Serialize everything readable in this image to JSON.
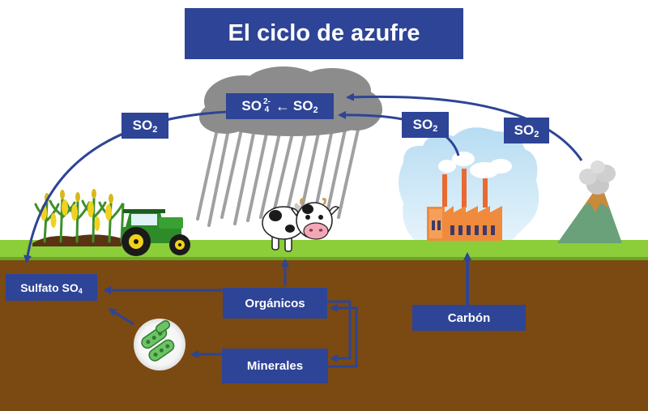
{
  "title": "El ciclo de azufre",
  "cloud_label": {
    "left_main": "SO",
    "left_sup": "2-",
    "left_sub": "4",
    "arrow": "←",
    "right_main": "SO",
    "right_sub": "2"
  },
  "so2_left": {
    "main": "SO",
    "sub": "2"
  },
  "so2_factory": {
    "main": "SO",
    "sub": "2"
  },
  "so2_volcano": {
    "main": "SO",
    "sub": "2"
  },
  "sulfato": {
    "main": "Sulfato SO",
    "sub": "4"
  },
  "organicos": "Orgánicos",
  "minerales": "Minerales",
  "carbon": "Carbón",
  "colors": {
    "label_bg": "#2e4496",
    "arrow": "#2e4496",
    "soil": "#7a4a12",
    "grass": "#8ccd3a",
    "cloud": "#8c8c8c",
    "rain": "#a0a0a0"
  },
  "icons": [
    "cloud-icon",
    "tractor-icon",
    "corn-field-icon",
    "cow-icon",
    "factory-icon",
    "volcano-icon",
    "bacteria-icon"
  ]
}
